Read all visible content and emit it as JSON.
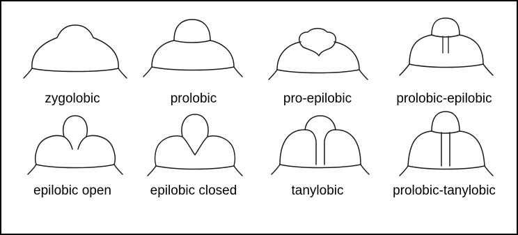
{
  "figure": {
    "row1": [
      {
        "label": "zygolobic",
        "shape": "zygolobic-head-icon"
      },
      {
        "label": "prolobic",
        "shape": "prolobic-head-icon"
      },
      {
        "label": "pro-epilobic",
        "shape": "pro-epilobic-head-icon"
      },
      {
        "label": "prolobic-epilobic",
        "shape": "prolobic-epilobic-head-icon"
      }
    ],
    "row2": [
      {
        "label": "epilobic open",
        "shape": "epilobic-open-head-icon"
      },
      {
        "label": "epilobic closed",
        "shape": "epilobic-closed-head-icon"
      },
      {
        "label": "tanylobic",
        "shape": "tanylobic-head-icon"
      },
      {
        "label": "prolobic-tanylobic",
        "shape": "prolobic-tanylobic-head-icon"
      }
    ]
  }
}
